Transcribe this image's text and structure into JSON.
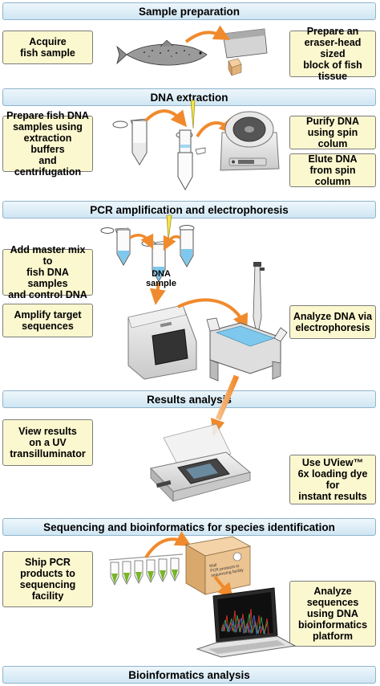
{
  "sections": {
    "sample_prep": "Sample preparation",
    "dna_extraction": "DNA extraction",
    "pcr": "PCR amplification and electrophoresis",
    "results": "Results analysis",
    "sequencing": "Sequencing and bioinformatics for species identification",
    "bioinfo": "Bioinformatics analysis"
  },
  "steps": {
    "acquire": "Acquire\nfish sample",
    "prepare_block": "Prepare an\neraser-head sized\nblock of fish tissue",
    "prepare_dna": "Prepare fish DNA\nsamples using\nextraction buffers\nand centrifugation",
    "purify": "Purify DNA\nusing spin colum",
    "elute": "Elute DNA\nfrom spin column",
    "master_mix": "Add master mix to\nfish DNA samples\nand control DNA",
    "amplify": "Amplify target\nsequences",
    "analyze_dna": "Analyze DNA via\nelectrophoresis",
    "view_uv": "View results\non a UV\ntransilluminator",
    "uview": "Use UView™\n6x loading dye for\ninstant results",
    "ship": "Ship PCR\nproducts to\nsequencing\nfacility",
    "analyze_seq": "Analyze\nsequences\nusing DNA\nbioinformatics\nplatform"
  },
  "labels": {
    "dna_sample": "DNA\nsample",
    "box_text": "Mail\nPCR products to\nsequencing facility"
  },
  "colors": {
    "header_fill": "#cfe6f3",
    "box_fill": "#fbf7cf",
    "arrow": "#f08a2c",
    "gel_blue": "#7ec8ee"
  }
}
